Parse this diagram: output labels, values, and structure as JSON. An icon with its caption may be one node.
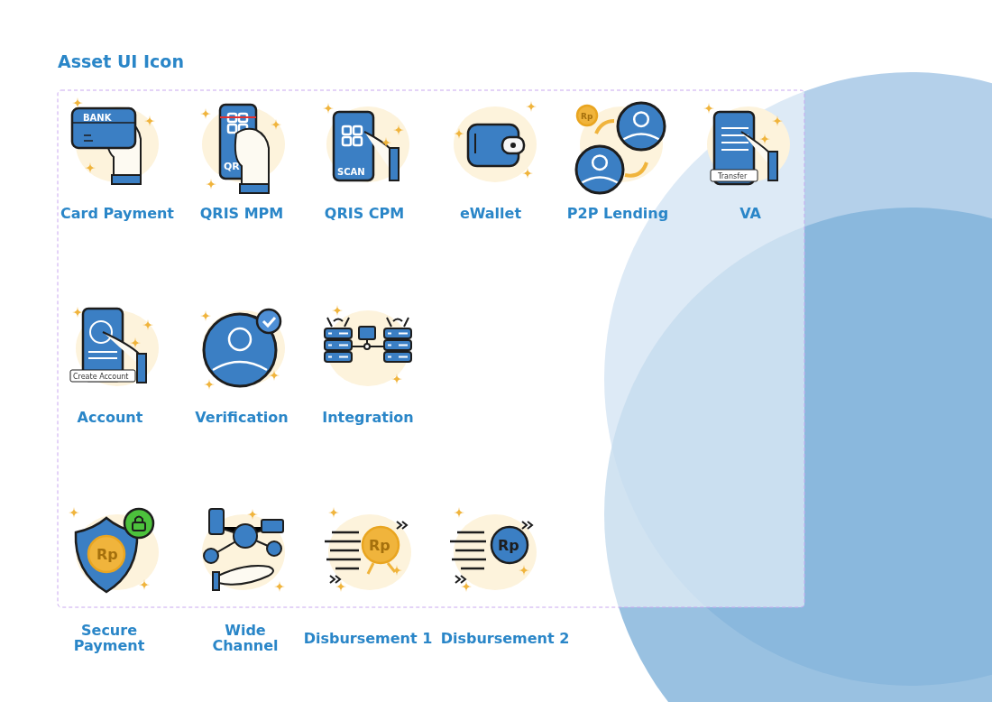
{
  "diagram": {
    "title": "Asset UI Icon",
    "labels": [
      "BANK",
      "Card Payment",
      "QR",
      "QRIS MPM",
      "SCAN",
      "QRIS CPM",
      "eWallet",
      "Rp",
      "P2P Lending",
      "Transfer",
      "VA",
      "Create Account",
      "Account",
      "Verification",
      "Integration",
      "Rp",
      "Secure Payment",
      "Wide Channel",
      "Rp",
      "Disbursement 1",
      "Rp",
      "Disbursement 2"
    ]
  }
}
